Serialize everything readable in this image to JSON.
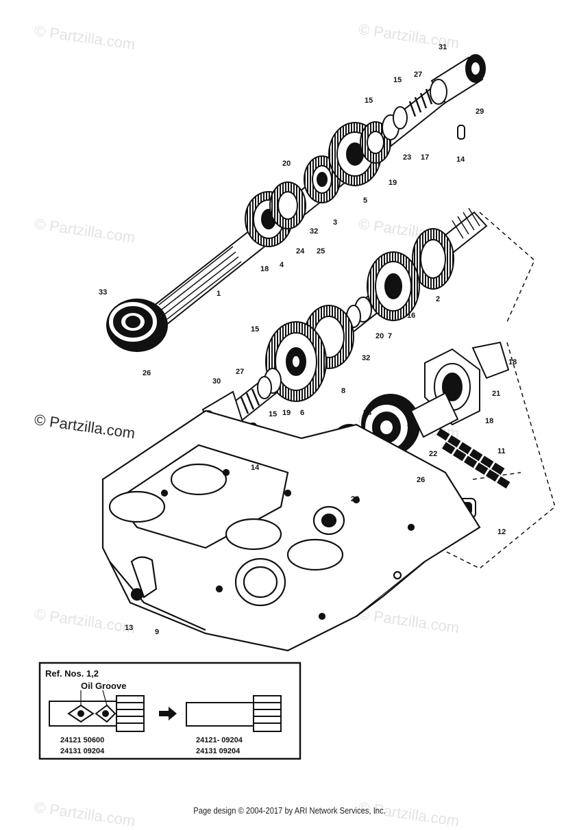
{
  "watermark": "© Partzilla.com",
  "labels": {
    "p1": "1",
    "p2": "2",
    "p3": "3",
    "p4": "4",
    "p5": "5",
    "p6": "6",
    "p7": "7",
    "p8": "8",
    "p9": "9",
    "p10": "10",
    "p11": "11",
    "p12": "12",
    "p13": "13",
    "p14a": "14",
    "p14b": "14",
    "p15a": "15",
    "p15b": "15",
    "p15c": "15",
    "p15d": "15",
    "p16": "16",
    "p17": "17",
    "p18a": "18",
    "p18b": "18",
    "p18c": "18",
    "p19a": "19",
    "p19b": "19",
    "p20a": "20",
    "p20b": "20",
    "p21": "21",
    "p22a": "22",
    "p22b": "22",
    "p23": "23",
    "p24": "24",
    "p25": "25",
    "p26a": "26",
    "p26b": "26",
    "p26c": "26",
    "p27a": "27",
    "p27b": "27",
    "p28": "28",
    "p29": "29",
    "p30": "30",
    "p31": "31",
    "p32a": "32",
    "p32b": "32",
    "p33": "33"
  },
  "inset": {
    "title": "Ref. Nos. 1,2",
    "groove_label": "Oil Groove",
    "left_part_1": "24121  50600",
    "left_part_2": "24131  09204",
    "right_part_1": "24121- 09204",
    "right_part_2": "24131  09204"
  },
  "footer": "Page design © 2004-2017 by ARI Network Services, Inc."
}
